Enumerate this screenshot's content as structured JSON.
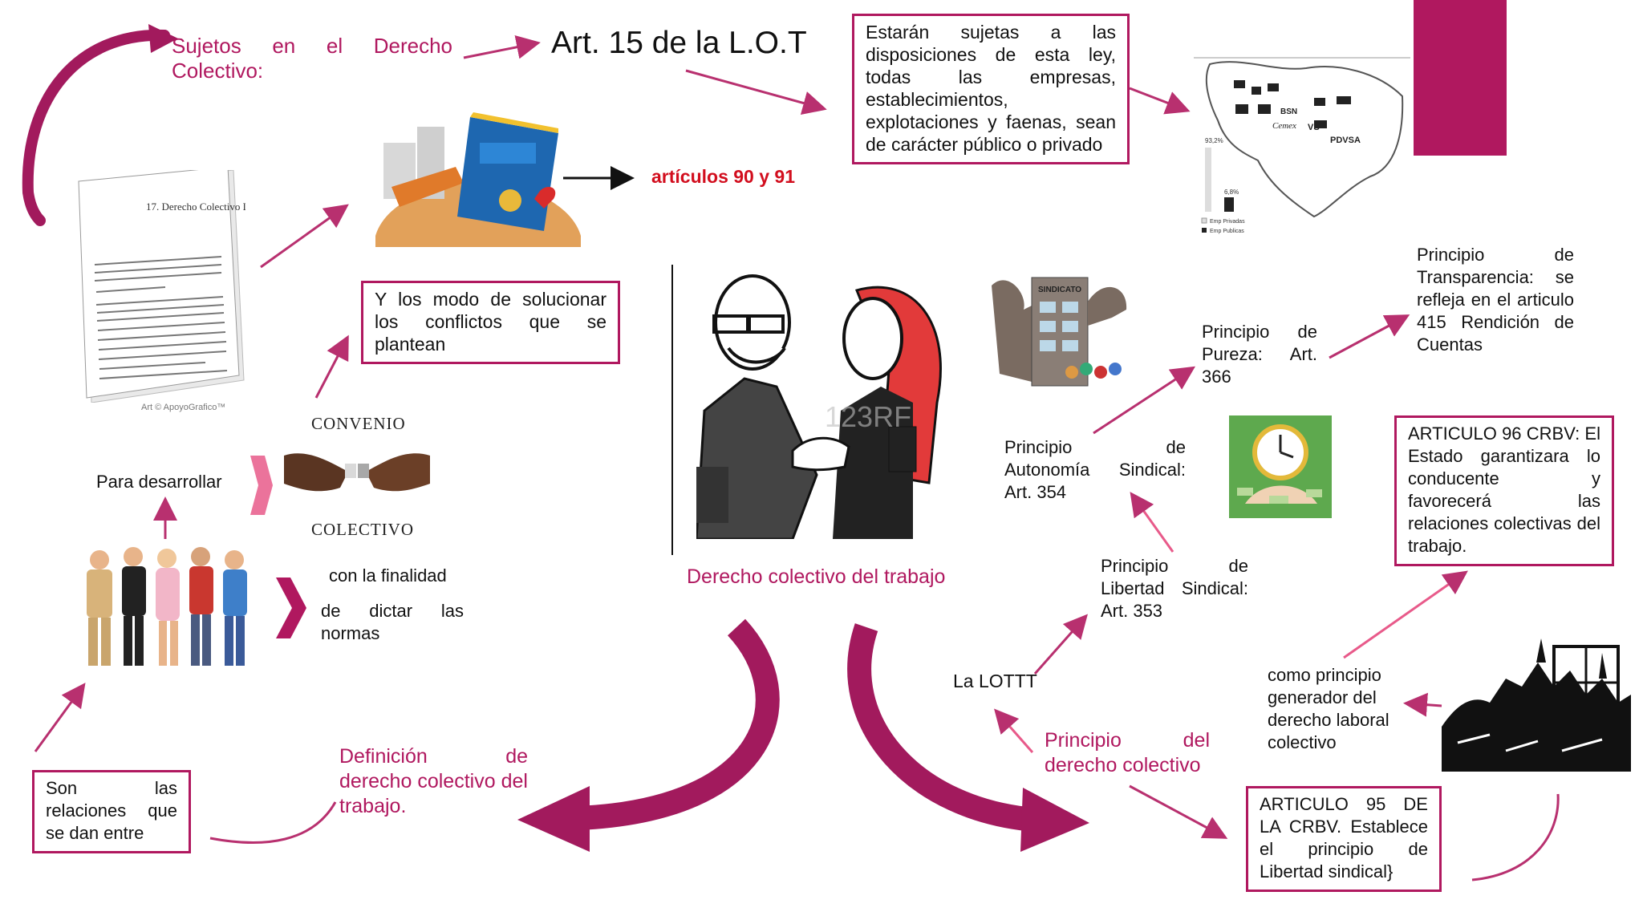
{
  "colors": {
    "accent": "#b0185f",
    "arrow": "#b8306f",
    "accent_bar": "#b0185f",
    "highlight_red": "#d20e1e"
  },
  "center": {
    "title": "Derecho colectivo del trabajo"
  },
  "top": {
    "sujetos": "Sujetos en el Derecho Colectivo:",
    "art15": "Art. 15 de la L.O.T",
    "art15_box": "Estarán sujetas a las disposiciones de esta ley, todas las empresas, establecimientos, explotaciones y faenas, sean de carácter público o privado",
    "articulos": "artículos 90 y 91"
  },
  "left": {
    "conflictos_box": "Y los modo de solucionar los conflictos que se plantean",
    "convenio_top": "CONVENIO",
    "convenio_bottom": "COLECTIVO",
    "para_desarrollar": "Para desarrollar",
    "finalidad": "con la finalidad",
    "dictar": "de dictar las normas",
    "son_box": "Son las relaciones que se dan entre",
    "definicion": "Definición de derecho colectivo del trabajo.",
    "doc_title": "17. Derecho Colectivo Del Trabajo",
    "doc_credit": "Art © ApoyoGrafico™"
  },
  "right": {
    "sindicato_label": "SINDICATO",
    "transparencia": "Principio de Transparencia: se refleja en el articulo 415 Rendición de Cuentas",
    "pureza": "Principio de Pureza: Art. 366",
    "autonomia": "Principio de Autonomía Sindical: Art. 354",
    "libertad": "Principio de Libertad Sindical: Art. 353",
    "lottt": "La LOTTT",
    "principio_derecho": "Principio del derecho colectivo",
    "art96_box": "ARTICULO 96 CRBV: El Estado garantizara lo conducente y favorecerá las relaciones colectivas del trabajo.",
    "generador": "como principio generador del derecho laboral colectivo",
    "art95_box": "ARTICULO 95 DE LA CRBV. Establece el principio de Libertad sindical}"
  },
  "map": {
    "pct1": "93,2%",
    "pct2": "6,8%",
    "legend1": "Emp Privadas",
    "legend2": "Emp Publicas",
    "logos": [
      "PDVSA",
      "BSN",
      "Cemex",
      "VS"
    ]
  },
  "watermark": "123RF"
}
